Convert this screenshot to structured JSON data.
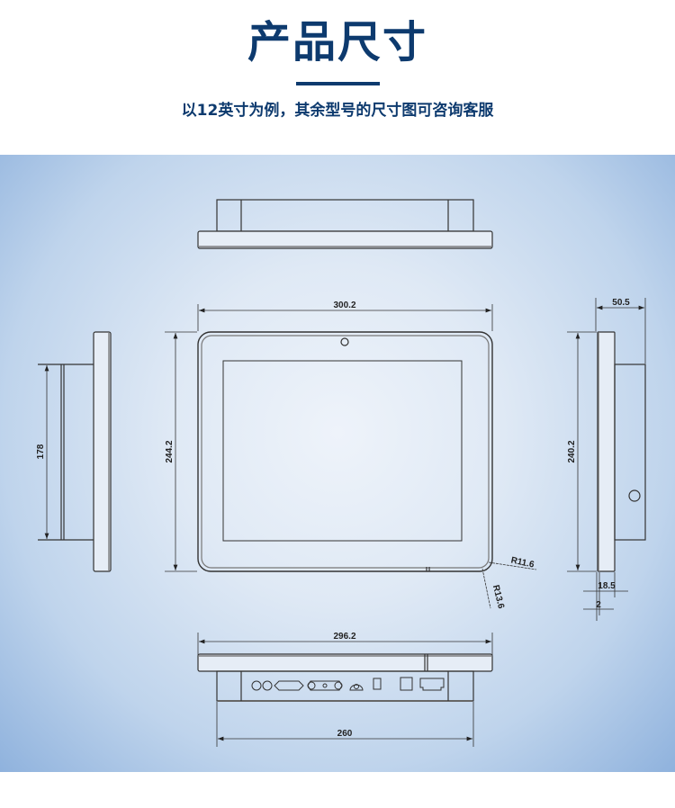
{
  "header": {
    "title": "产品尺寸",
    "subtitle": "以12英寸为例，其余型号的尺寸图可咨询客服",
    "accent_color": "#0d3a6e"
  },
  "drawing": {
    "views": [
      "top-view",
      "front-view",
      "left-side-view",
      "right-side-view",
      "bottom-view"
    ],
    "dimensions": {
      "front_width": "300.2",
      "front_height": "244.2",
      "corner_inner_radius": "R11.6",
      "corner_outer_radius": "R13.6",
      "left_depth_height": "178",
      "right_depth": "50.5",
      "right_height": "240.2",
      "right_bezel_depth": "18.5",
      "right_lip": "2",
      "bottom_width": "296.2",
      "bottom_back_width": "260"
    },
    "ports": [
      "audio-jack",
      "audio-jack",
      "vga-port",
      "serial-port",
      "dc-power-port",
      "switch",
      "usb-port",
      "rj45-port"
    ],
    "background_colors": {
      "center": "#eef3fa",
      "edge": "#8fb2dd"
    }
  }
}
